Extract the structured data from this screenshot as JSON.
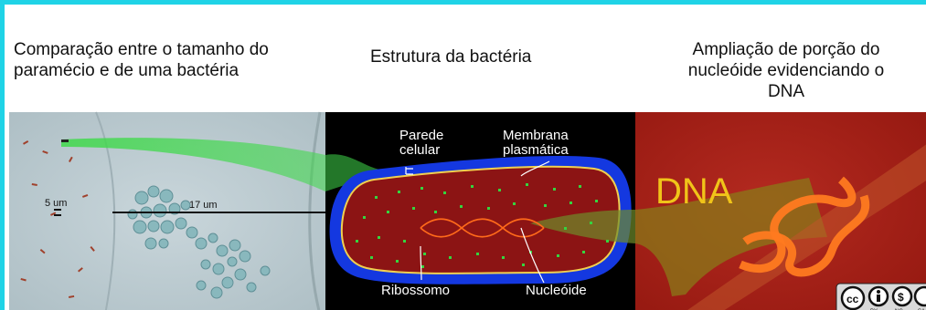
{
  "headings": {
    "left": [
      "Comparação entre o tamanho do",
      "paramécio  e de uma bactéria"
    ],
    "center": "Estrutura da bactéria",
    "right": [
      "Ampliação de porção do",
      "nucleóide evidenciando o",
      "DNA"
    ]
  },
  "micrograph": {
    "scale_small": "5 um",
    "scale_large": "17 um"
  },
  "bacteria": {
    "parede": [
      "Parede",
      "celular"
    ],
    "membrana": [
      "Membrana",
      "plasmática"
    ],
    "ribossomo": "Ribossomo",
    "nucleoide": "Nucleóide"
  },
  "dna": {
    "title": "DNA"
  },
  "license": {
    "badge": "cc",
    "terms": [
      "BY",
      "NC",
      "SA"
    ]
  },
  "colors": {
    "frame": "#1fd3e6",
    "dna_panel": "#a8201a",
    "cell_wall": "#1438e0",
    "cytoplasm": "#8c1414",
    "dna_title": "#f0c419",
    "connector": "#3fd94a"
  }
}
